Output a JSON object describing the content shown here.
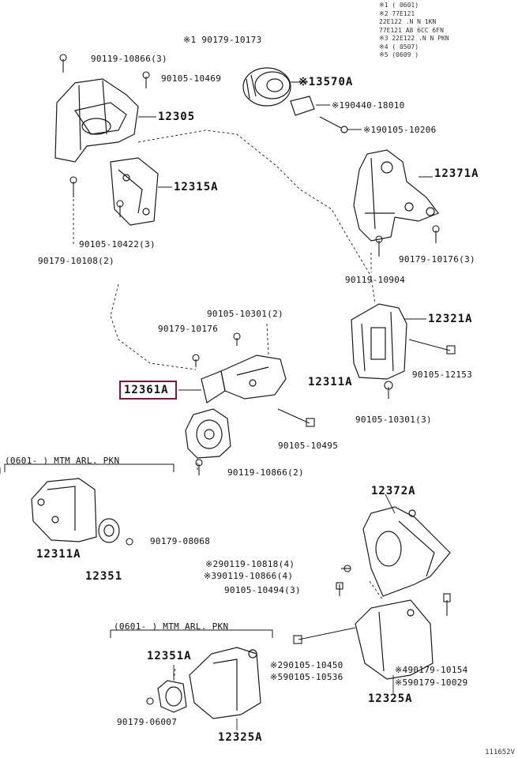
{
  "legend": [
    "※1  (     0601)",
    "※2  77E121",
    "     22E122 .N N  1KN",
    "     77E121   A8  6CC 6FN",
    "※3  22E122 .N N  PKN",
    "※4  (     0507)",
    "※5  (0609     )"
  ],
  "parts": {
    "p13570A": "※13570A",
    "p12305": "12305",
    "p12315A": "12315A",
    "p12371A": "12371A",
    "p12321A": "12321A",
    "p12311A_right": "12311A",
    "p12361A": "12361A",
    "p12311A_left": "12311A",
    "p12351": "12351",
    "p12372A": "12372A",
    "p12351A": "12351A",
    "p12325A_right": "12325A",
    "p12325A_bottom": "12325A"
  },
  "bolts": {
    "b1": "※1 90179-10173",
    "b2": "90119-10866(3)",
    "b3": "90105-10469",
    "b4": "※190440-18010",
    "b5": "※190105-10206",
    "b6": "90105-10422(3)",
    "b7": "90179-10108(2)",
    "b8": "90179-10176(3)",
    "b9": "90119-10904",
    "b10": "90105-10301(2)",
    "b11": "90179-10176",
    "b12": "90105-12153",
    "b13": "90105-10301(3)",
    "b14": "90105-10495",
    "b15": "90119-10866(2)",
    "b16": "90179-08068",
    "b17": "※290119-10818(4)",
    "b18": "※390119-10866(4)",
    "b19": "90105-10494(3)",
    "b20": "※290105-10450",
    "b21": "※590105-10536",
    "b22": "※490179-10154",
    "b23": "※590179-10029",
    "b24": "90179-06007"
  },
  "conditions": {
    "c1": "(0601-     ) MTM   ARL. PKN",
    "c2": "(0601-     ) MTM   ARL. PKN"
  },
  "catalog_number": "111652V"
}
